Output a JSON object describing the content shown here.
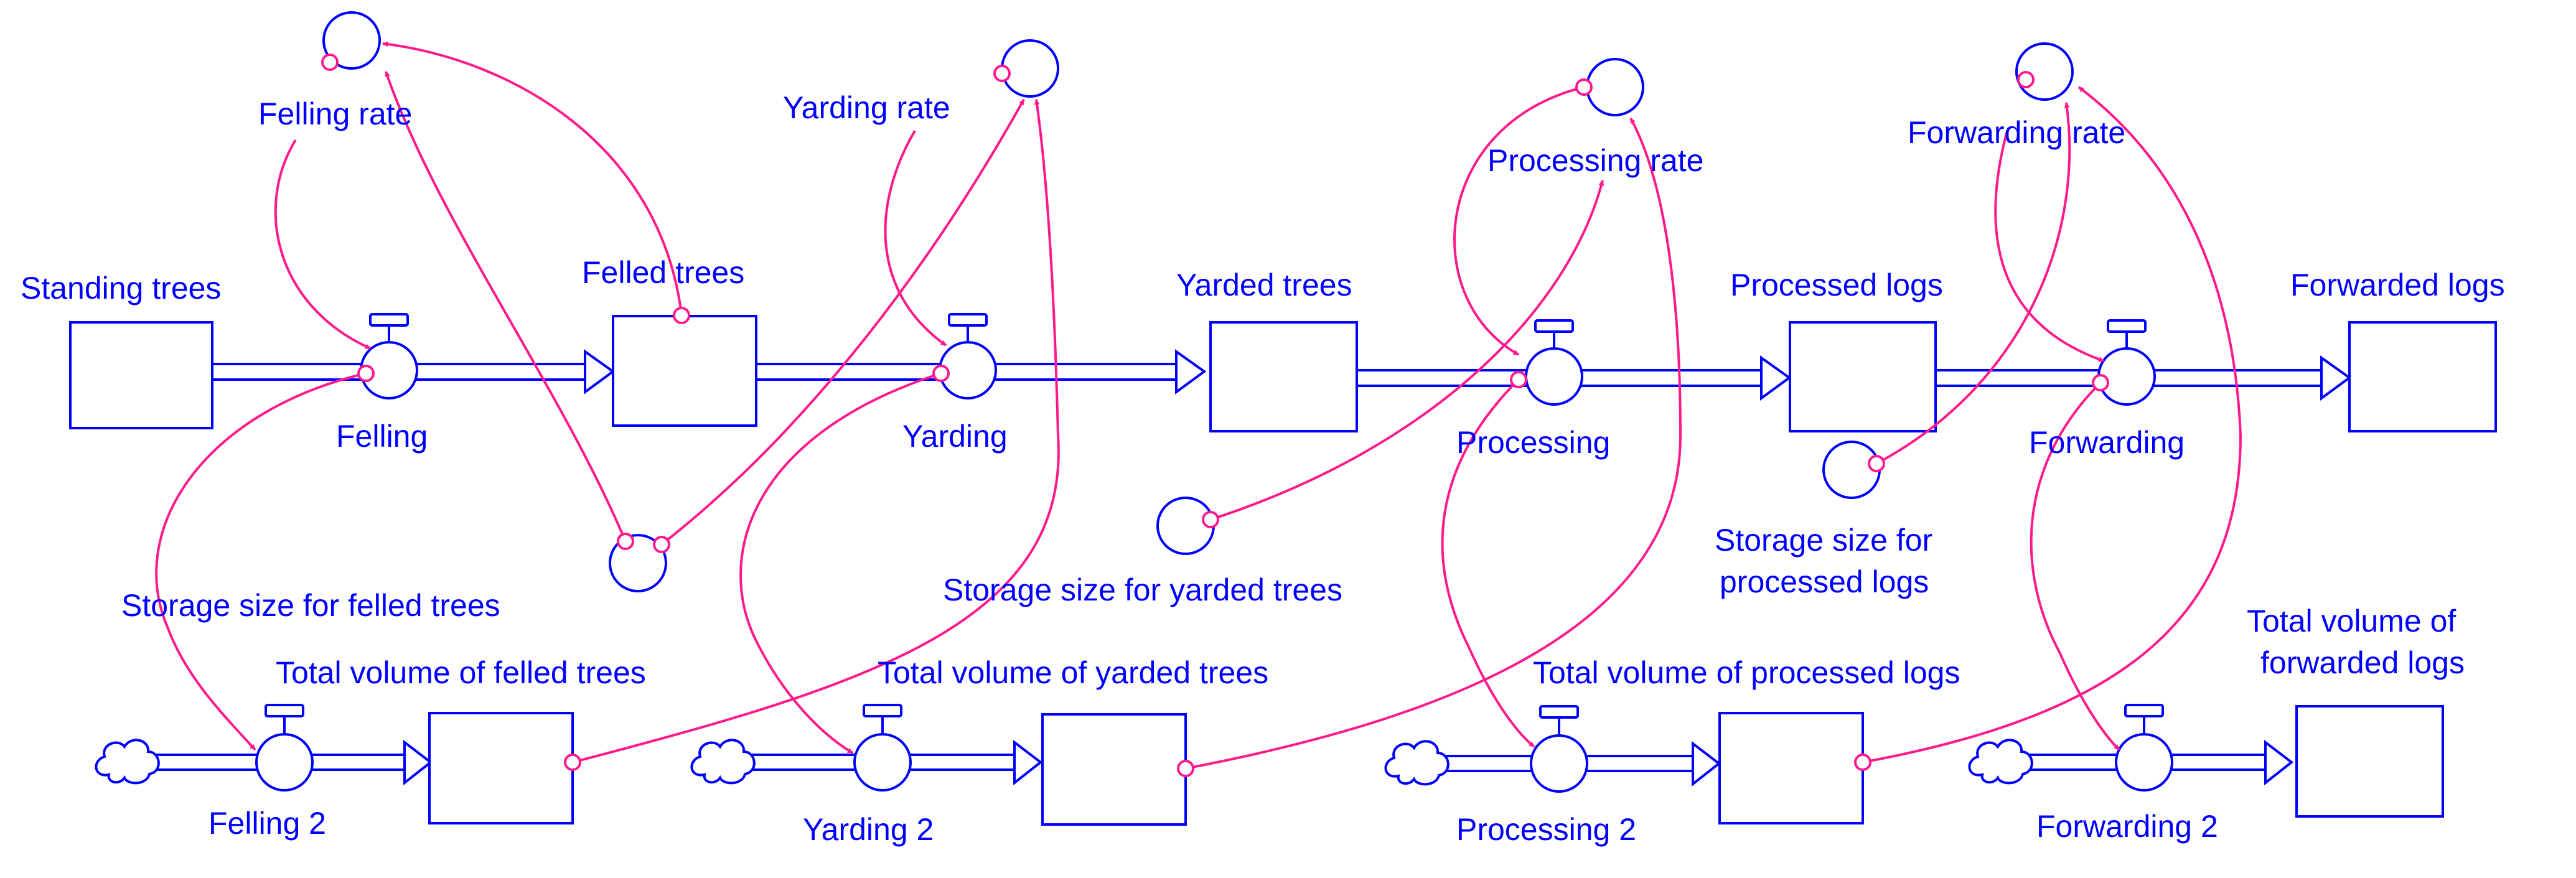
{
  "labels": {
    "felling_rate": "Felling rate",
    "yarding_rate": "Yarding rate",
    "processing_rate": "Processing rate",
    "forwarding_rate": "Forwarding rate",
    "standing_trees": "Standing trees",
    "felled_trees": "Felled trees",
    "yarded_trees": "Yarded trees",
    "processed_logs": "Processed logs",
    "forwarded_logs": "Forwarded logs",
    "felling": "Felling",
    "yarding": "Yarding",
    "processing": "Processing",
    "forwarding": "Forwarding",
    "storage_felled": "Storage size for felled trees",
    "storage_yarded": "Storage size for yarded trees",
    "storage_processed_1": "Storage size for",
    "storage_processed_2": "processed logs",
    "total_felled": "Total volume of felled trees",
    "total_yarded": "Total volume of yarded trees",
    "total_processed": "Total volume of processed logs",
    "total_forwarded_1": "Total volume of",
    "total_forwarded_2": "forwarded logs",
    "felling2": "Felling 2",
    "yarding2": "Yarding 2",
    "processing2": "Processing 2",
    "forwarding2": "Forwarding 2"
  },
  "colors": {
    "element": "#0000ff",
    "link": "#ff1a8c"
  }
}
